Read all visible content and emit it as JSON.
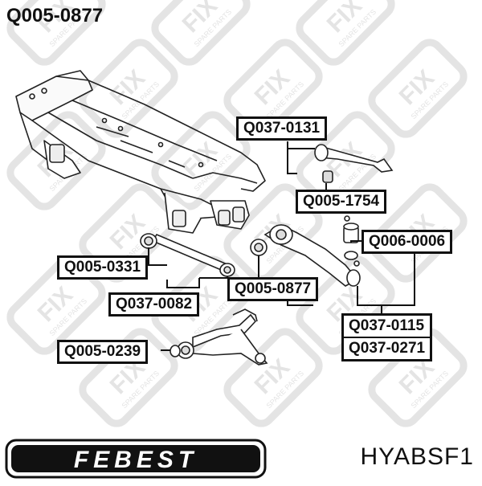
{
  "title": "Q005-0877",
  "labels": {
    "q037_0131": "Q037-0131",
    "q005_1754": "Q005-1754",
    "q006_0006": "Q006-0006",
    "q005_0331": "Q005-0331",
    "q037_0082": "Q037-0082",
    "q005_0877": "Q005-0877",
    "q037_0115": "Q037-0115",
    "q037_0271": "Q037-0271",
    "q005_0239": "Q005-0239"
  },
  "watermark": {
    "brand": "FIX",
    "tagline": "SPARE PARTS"
  },
  "footer": {
    "brand": "FEBEST",
    "model_code": "HYABSF1"
  },
  "colors": {
    "ink": "#111111",
    "watermark": "#e4e4e4",
    "background": "#ffffff"
  }
}
